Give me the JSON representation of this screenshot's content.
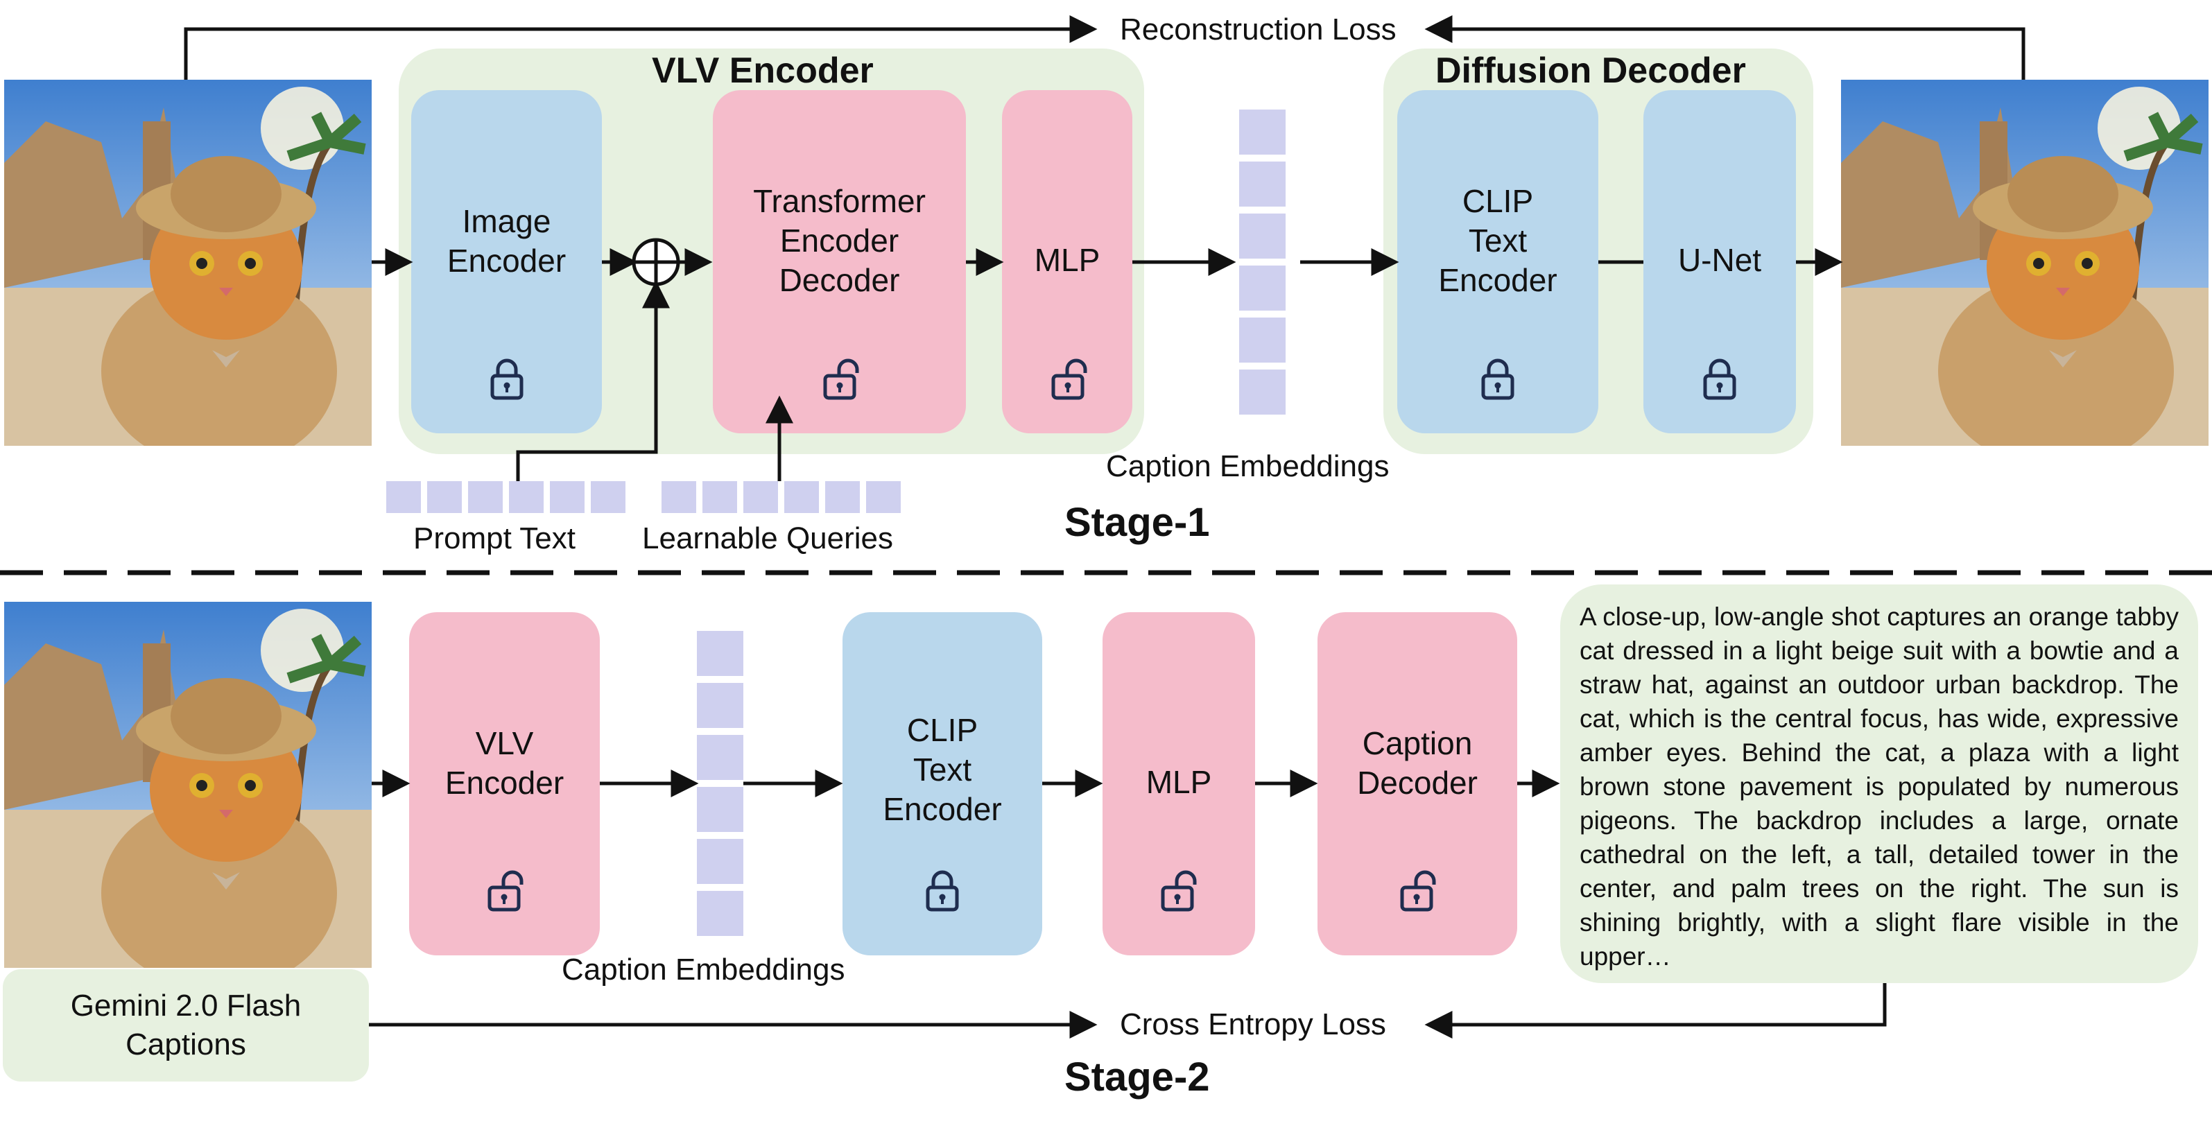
{
  "stage1": {
    "encoder_title": "VLV Encoder",
    "decoder_title": "Diffusion Decoder",
    "reconstruction_loss": "Reconstruction Loss",
    "image_encoder": "Image\nEncoder",
    "transformer": "Transformer\nEncoder\nDecoder",
    "mlp": "MLP",
    "clip_text_encoder": "CLIP\nText\nEncoder",
    "unet": "U-Net",
    "caption_embeddings": "Caption Embeddings",
    "prompt_text": "Prompt Text",
    "learnable_queries": "Learnable Queries",
    "stage_label": "Stage-1"
  },
  "stage2": {
    "vlv_encoder": "VLV\nEncoder",
    "caption_embeddings": "Caption Embeddings",
    "clip_text_encoder": "CLIP\nText\nEncoder",
    "mlp": "MLP",
    "caption_decoder": "Caption\nDecoder",
    "gemini_captions": "Gemini 2.0 Flash\nCaptions",
    "cross_entropy_loss": "Cross Entropy Loss",
    "stage_label": "Stage-2",
    "generated_caption": "A close-up, low-angle shot captures an orange tabby cat dressed in a light beige suit with a bowtie and a straw hat, against an outdoor urban backdrop. The cat, which is the central focus, has wide, expressive amber eyes. Behind the cat, a plaza with a light brown stone pavement is populated by numerous pigeons. The backdrop includes a large, ornate cathedral on the left, a tall, detailed tower in the center, and palm trees on the right. The sun is shining brightly, with a slight flare visible in the upper…"
  },
  "icons": {
    "locked": "lock-icon",
    "unlocked": "unlock-icon",
    "add": "plus-circle-icon"
  },
  "colors": {
    "frozen_module": "#b9d7ec",
    "trainable_module": "#f5bccb",
    "group_background": "#e7f1e0",
    "token": "#cfd0ef",
    "icon": "#1f2d4f"
  }
}
